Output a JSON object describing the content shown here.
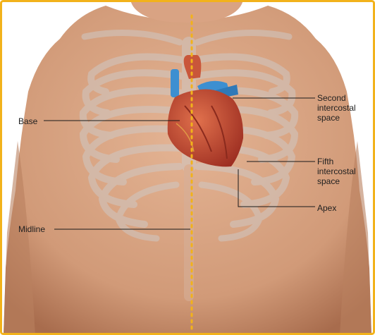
{
  "labels": {
    "base": "Base",
    "second_intercostal": "Second\nintercostal\nspace",
    "fifth_intercostal": "Fifth\nintercostal\nspace",
    "apex": "Apex",
    "midline": "Midline"
  },
  "colors": {
    "frame": "#f2b21b",
    "midline_dots": "#f2b21b",
    "skin": "#d8a07f",
    "skin_shadow": "#b97a58",
    "bone": "#c9c1bc",
    "heart": "#c2452f",
    "vessel_blue": "#3d8fd1",
    "leader_line": "#1a1a1a"
  }
}
